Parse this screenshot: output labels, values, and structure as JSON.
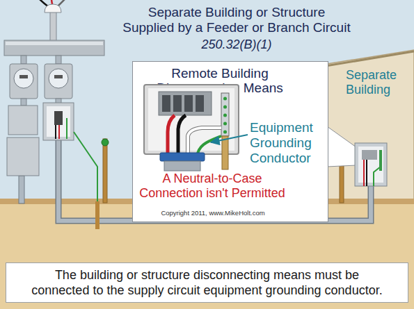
{
  "diagram": {
    "title": "Separate Building or Structure Supplied by a Feeder or Branch Circuit",
    "caption": "The building or structure disconnecting means must be connected to the supply circuit equipment grounding conductor.",
    "nodes": [
      {
        "text": [
          "Remote Building Disconnecting Means",
          "Equipment Grounding Conductor",
          "A Neutral-to-Case Connection isn't Permitted",
          "Copyright 2011, www.MikeHolt.com"
        ]
      }
    ],
    "labels": [
      "250.32(B)(1)",
      "Separate Building"
    ]
  }
}
